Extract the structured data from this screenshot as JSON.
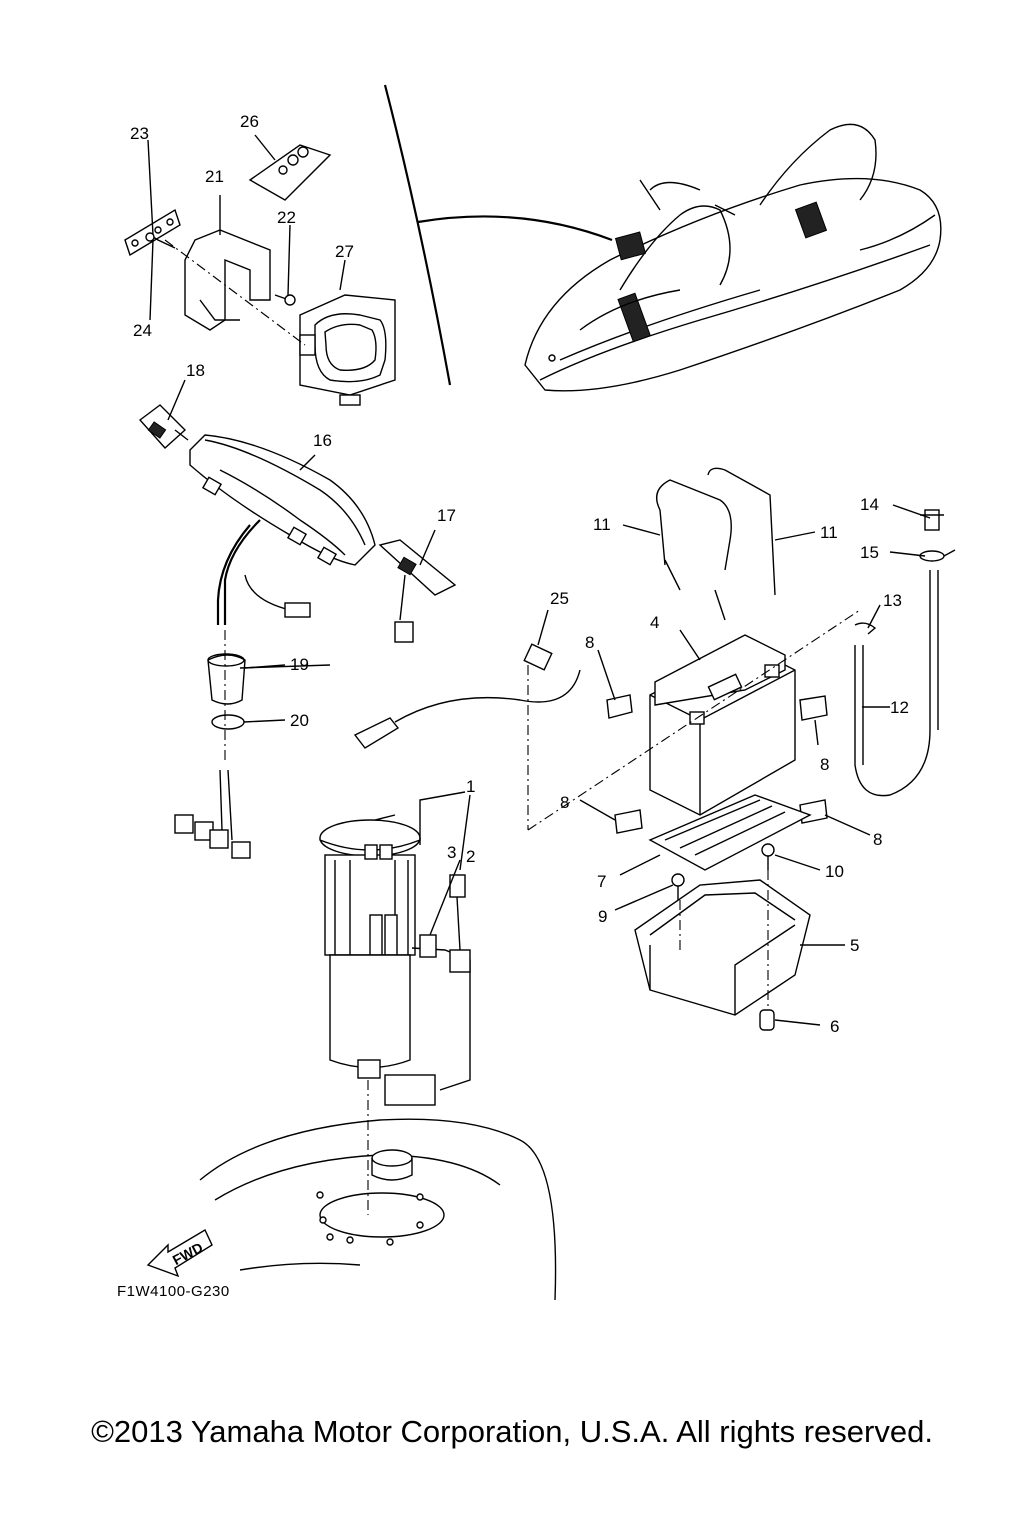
{
  "diagram": {
    "drawing_code": "F1W4100-G230",
    "fwd_label": "FWD",
    "copyright": "©2013 Yamaha Motor Corporation, U.S.A. All rights reserved.",
    "callouts": [
      {
        "id": "1",
        "text": "1"
      },
      {
        "id": "2",
        "text": "2"
      },
      {
        "id": "3",
        "text": "3"
      },
      {
        "id": "4",
        "text": "4"
      },
      {
        "id": "5",
        "text": "5"
      },
      {
        "id": "6",
        "text": "6"
      },
      {
        "id": "7",
        "text": "7"
      },
      {
        "id": "8a",
        "text": "8"
      },
      {
        "id": "8b",
        "text": "8"
      },
      {
        "id": "8c",
        "text": "8"
      },
      {
        "id": "8d",
        "text": "8"
      },
      {
        "id": "9",
        "text": "9"
      },
      {
        "id": "10",
        "text": "10"
      },
      {
        "id": "11a",
        "text": "11"
      },
      {
        "id": "11b",
        "text": "11"
      },
      {
        "id": "12",
        "text": "12"
      },
      {
        "id": "13",
        "text": "13"
      },
      {
        "id": "14",
        "text": "14"
      },
      {
        "id": "15",
        "text": "15"
      },
      {
        "id": "16",
        "text": "16"
      },
      {
        "id": "17",
        "text": "17"
      },
      {
        "id": "18",
        "text": "18"
      },
      {
        "id": "19",
        "text": "19"
      },
      {
        "id": "20",
        "text": "20"
      },
      {
        "id": "21",
        "text": "21"
      },
      {
        "id": "22",
        "text": "22"
      },
      {
        "id": "23",
        "text": "23"
      },
      {
        "id": "24",
        "text": "24"
      },
      {
        "id": "25",
        "text": "25"
      },
      {
        "id": "26",
        "text": "26"
      },
      {
        "id": "27",
        "text": "27"
      }
    ]
  }
}
